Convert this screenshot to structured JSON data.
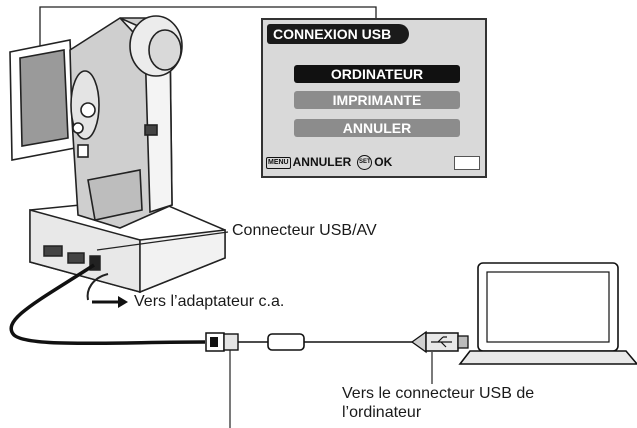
{
  "menu": {
    "title": "CONNEXION USB",
    "options": [
      "ORDINATEUR",
      "IMPRIMANTE",
      "ANNULER"
    ],
    "selected_index": 0,
    "footer": {
      "menu_key": "MENU",
      "cancel_label": "ANNULER",
      "set_key": "SET",
      "ok_label": "OK"
    }
  },
  "labels": {
    "usb_av_connector": "Connecteur USB/AV",
    "ac_adapter": "Vers l’adaptateur c.a.",
    "computer_usb_line1": "Vers le connecteur USB de",
    "computer_usb_line2": "l’ordinateur"
  },
  "icons": [
    "camcorder-icon",
    "docking-station-icon",
    "usb-cable-icon",
    "ferrite-core-icon",
    "laptop-icon",
    "usb-symbol-icon",
    "arrow-right-icon"
  ],
  "colors": {
    "menu_bg": "#d9d9d9",
    "menu_selected": "#111111",
    "menu_unselected": "#8c8c8c"
  }
}
